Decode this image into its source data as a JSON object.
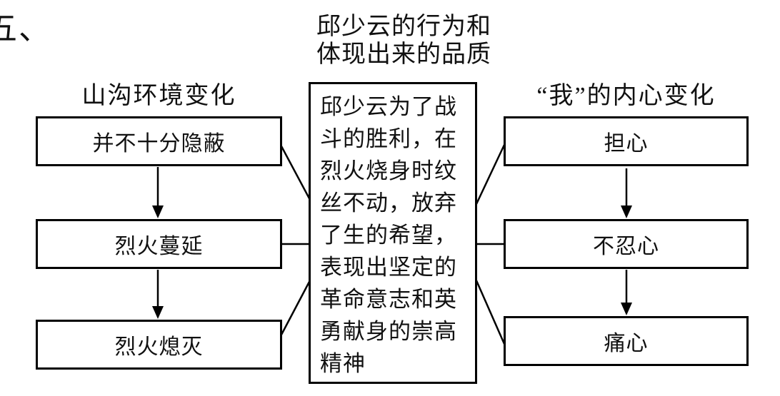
{
  "question_number": "五、",
  "diagram": {
    "top_label_lines": [
      "邱少云的行为和",
      "体现出来的品质"
    ],
    "left_column": {
      "header": "山沟环境变化",
      "boxes": [
        "并不十分隐蔽",
        "烈火蔓延",
        "烈火熄灭"
      ]
    },
    "center_box": {
      "lines": [
        "邱少云为了战",
        "斗的胜利，在",
        "烈火烧身时纹",
        "丝不动，放弃",
        "了生的希望，",
        "表现出坚定的",
        "革命意志和英",
        "勇献身的崇高",
        "精神"
      ]
    },
    "right_column": {
      "header": "“我”的内心变化",
      "boxes": [
        "担心",
        "不忍心",
        "痛心"
      ]
    }
  },
  "colors": {
    "line": "#000000",
    "text": "#111111",
    "background": "#ffffff"
  }
}
